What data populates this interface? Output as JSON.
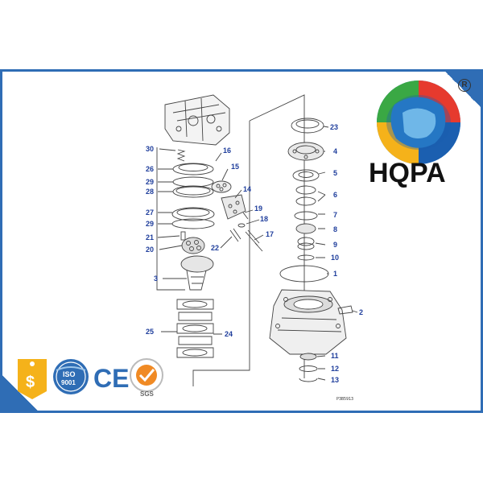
{
  "brand": {
    "name": "HQPA",
    "registered_mark": "R"
  },
  "certifications": {
    "iso_line1": "ISO",
    "iso_line2": "9001",
    "ce": "CE",
    "sgs": "SGS"
  },
  "diagram": {
    "drawing_code": "P3B5913",
    "labels": [
      "30",
      "16",
      "26",
      "15",
      "29",
      "28",
      "14",
      "19",
      "27",
      "18",
      "29",
      "17",
      "21",
      "22",
      "20",
      "3",
      "25",
      "24",
      "23",
      "4",
      "5",
      "6",
      "7",
      "8",
      "9",
      "10",
      "1",
      "2",
      "11",
      "12",
      "13"
    ]
  },
  "colors": {
    "frame": "#2f6db5",
    "label": "#1f3e9c",
    "logo_red": "#e63a2e",
    "logo_blue": "#1b5fb0",
    "logo_green": "#3aa844",
    "logo_yellow": "#f5b21a"
  }
}
